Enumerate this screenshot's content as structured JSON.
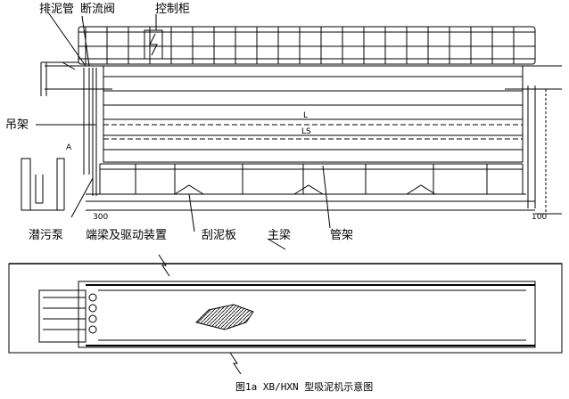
{
  "labels": {
    "sludge_pipe": "排泥管",
    "shutoff_valve": "断流阀",
    "control_cabinet": "控制柜",
    "hanger": "吊架",
    "submersible_pump": "潜污泵",
    "end_beam_drive": "端梁及驱动装置",
    "scraper_plate": "刮泥板",
    "main_beam": "主梁",
    "pipe_rack": "管架"
  },
  "dimensions": {
    "inner_length": "L",
    "span": "LS",
    "left_height": "300",
    "right_height": "100",
    "left_side_small": "A"
  },
  "caption": "图1a  XB/HXN 型吸泥机示意图",
  "colors": {
    "line": "#000000",
    "background": "#ffffff"
  }
}
